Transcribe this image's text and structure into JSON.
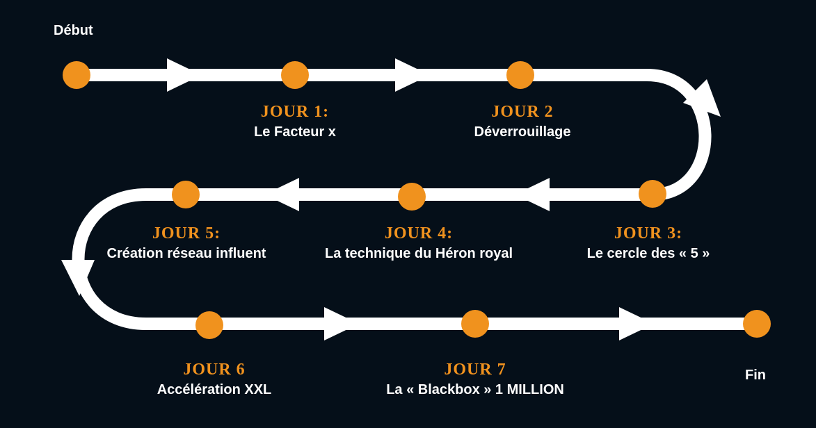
{
  "colors": {
    "background": "#050f19",
    "path": "#ffffff",
    "node": "#f0921e",
    "day_label": "#f0921e",
    "text": "#ffffff"
  },
  "start_label": "Début",
  "end_label": "Fin",
  "steps": [
    {
      "day": "JOUR 1:",
      "title": "Le Facteur x"
    },
    {
      "day": "JOUR 2",
      "title": "Déverrouillage"
    },
    {
      "day": "JOUR 3:",
      "title": "Le cercle des « 5 »"
    },
    {
      "day": "JOUR 4:",
      "title": "La technique du Héron royal"
    },
    {
      "day": "JOUR 5:",
      "title": "Création réseau influent"
    },
    {
      "day": "JOUR 6",
      "title": "Accélération XXL"
    },
    {
      "day": "JOUR 7",
      "title": "La « Blackbox » 1  MILLION"
    }
  ]
}
